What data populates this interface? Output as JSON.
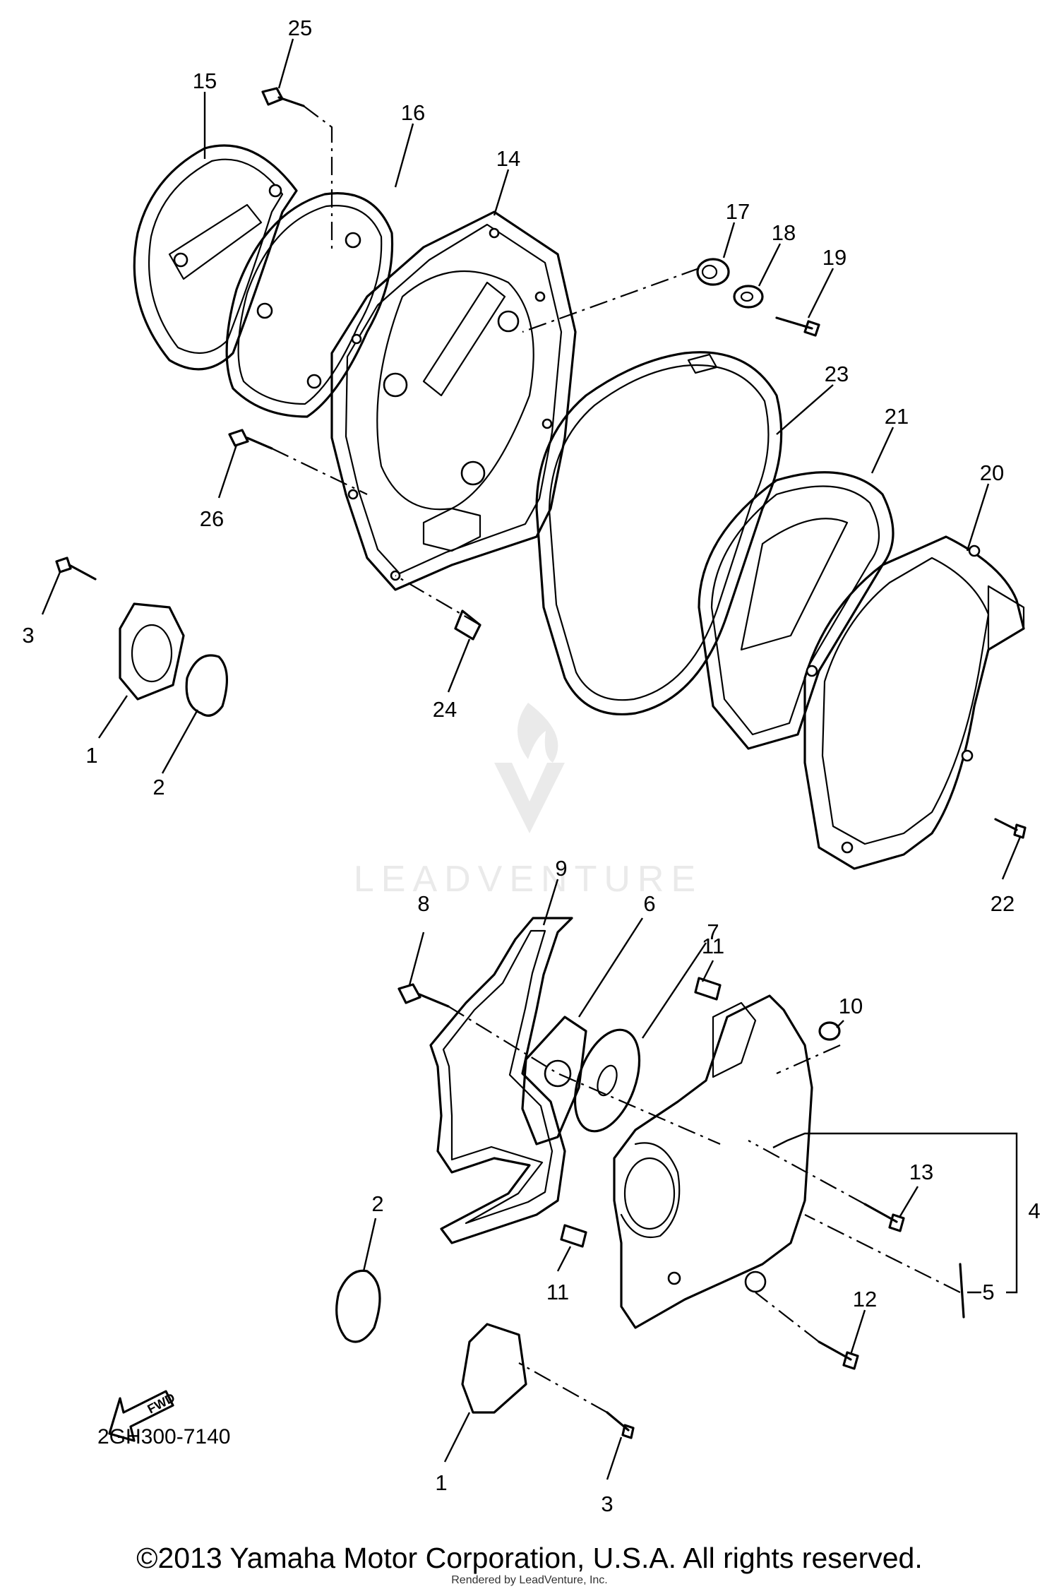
{
  "diagram": {
    "code": "2GH300-7140",
    "fwd_label": "FWD",
    "watermark": "LEADVENTURE",
    "copyright": "©2013 Yamaha Motor Corporation, U.S.A. All rights reserved.",
    "rendered_by": "Rendered by LeadVenture, Inc.",
    "callouts": [
      "25",
      "15",
      "16",
      "14",
      "17",
      "18",
      "19",
      "23",
      "21",
      "20",
      "26",
      "3",
      "24",
      "1",
      "2",
      "22",
      "9",
      "8",
      "6",
      "7",
      "11",
      "10",
      "13",
      "4",
      "2",
      "11",
      "5",
      "12",
      "1",
      "3"
    ]
  }
}
